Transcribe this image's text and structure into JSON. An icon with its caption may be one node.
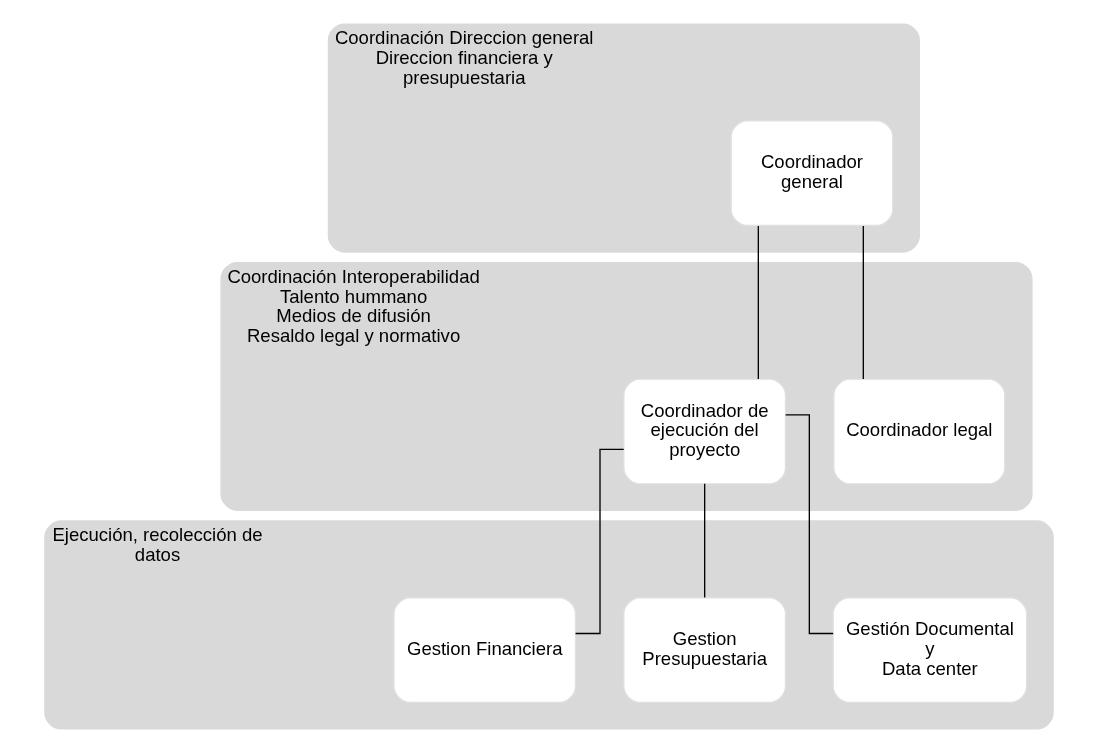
{
  "diagram": {
    "nodes": [
      {
        "text": [
          "Coordinación Direccion general",
          "Direccion financiera y presupuestaria"
        ]
      },
      {
        "text": [
          "Coordinador general"
        ],
        "in": 0
      },
      {
        "text": [
          "Coordinación Interoperabilidad",
          "Talento hummano",
          "Medios de difusión",
          "Resaldo legal y normativo"
        ]
      },
      {
        "text": [
          "Coordinador de ejecución del proyecto"
        ],
        "in": 2
      },
      {
        "text": [
          "Coordinador legal"
        ],
        "in": 2
      },
      {
        "text": [
          "Ejecución, recolección de datos"
        ]
      },
      {
        "text": [
          "Gestion Financiera"
        ],
        "in": 5
      },
      {
        "text": [
          "Gestion Presupuestaria"
        ],
        "in": 5
      },
      {
        "text": [
          "Gestión Documental y",
          "Data center"
        ],
        "in": 5
      }
    ],
    "edges": [
      {
        "from": 1,
        "to": 3,
        "arrow": "none"
      },
      {
        "from": 1,
        "to": 4,
        "arrow": "none"
      },
      {
        "from": 3,
        "to": 6,
        "arrow": "none"
      },
      {
        "from": 3,
        "to": 7,
        "arrow": "none"
      },
      {
        "from": 3,
        "to": 8,
        "arrow": "none"
      }
    ]
  }
}
